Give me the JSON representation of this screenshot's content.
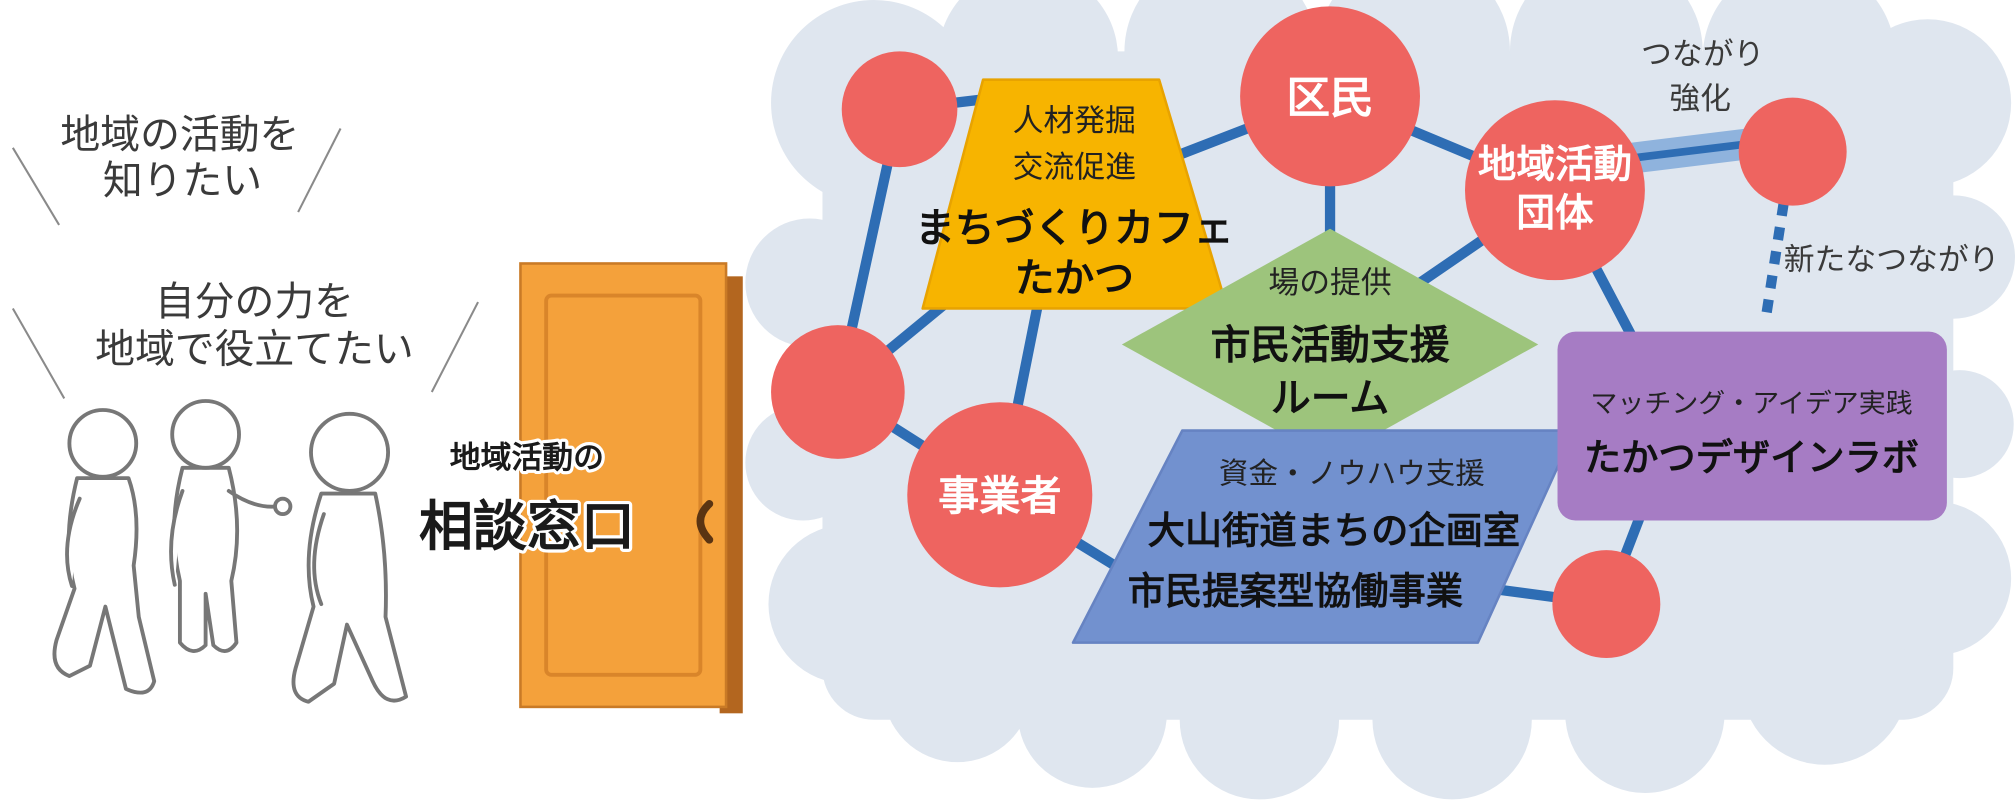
{
  "quotes": [
    {
      "line1": "地域の活動を",
      "line2": "知りたい"
    },
    {
      "line1": "自分の力を",
      "line2": "地域で役立てたい"
    }
  ],
  "consultation": {
    "line1": "地域活動の",
    "line2": "相談窓口"
  },
  "nodes": {
    "kumin": "区民",
    "dantai_line1": "地域活動",
    "dantai_line2": "団体",
    "jigyosha": "事業者"
  },
  "cafe": {
    "line1": "人材発掘",
    "line2": "交流促進",
    "name1": "まちづくりカフェ",
    "name2": "たかつ"
  },
  "room": {
    "caption": "場の提供",
    "name1": "市民活動支援",
    "name2": "ルーム"
  },
  "kikaku": {
    "caption": "資金・ノウハウ支援",
    "name1": "大山街道まちの企画室",
    "name2": "市民提案型協働事業"
  },
  "lab": {
    "caption": "マッチング・アイデア実践",
    "name": "たかつデザインラボ"
  },
  "labels": {
    "strengthen1": "つながり",
    "strengthen2": "強化",
    "new_connection": "新たなつながり"
  },
  "colors": {
    "node": "#ee6460",
    "cafe": "#f7b400",
    "room": "#9dc47c",
    "kikaku": "#7291cf",
    "lab": "#a67cc4",
    "line": "#2e6db4",
    "cloud": "#dfe6ef",
    "door": "#f4a13b"
  }
}
